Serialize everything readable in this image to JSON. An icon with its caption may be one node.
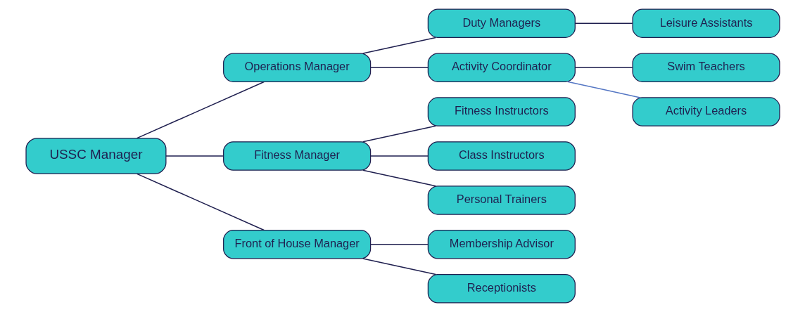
{
  "diagram": {
    "nodes": [
      {
        "text": [
          "USSC Manager"
        ]
      },
      {
        "text": [
          "Operations Manager"
        ]
      },
      {
        "text": [
          "Duty Managers"
        ]
      },
      {
        "text": [
          "Leisure Assistants"
        ]
      },
      {
        "text": [
          "Activity Coordinator"
        ]
      },
      {
        "text": [
          "Swim Teachers"
        ]
      },
      {
        "text": [
          "Activity Leaders"
        ]
      },
      {
        "text": [
          "Fitness Manager"
        ]
      },
      {
        "text": [
          "Fitness Instructors"
        ]
      },
      {
        "text": [
          "Class Instructors"
        ]
      },
      {
        "text": [
          "Personal Trainers"
        ]
      },
      {
        "text": [
          "Front of House Manager"
        ]
      },
      {
        "text": [
          "Membership Advisor"
        ]
      },
      {
        "text": [
          "Receptionists"
        ]
      }
    ],
    "edges": [
      {
        "from": 0,
        "to": 1,
        "arrow": "none"
      },
      {
        "from": 0,
        "to": 7,
        "arrow": "none"
      },
      {
        "from": 0,
        "to": 11,
        "arrow": "none"
      },
      {
        "from": 1,
        "to": 2,
        "arrow": "none"
      },
      {
        "from": 1,
        "to": 4,
        "arrow": "none"
      },
      {
        "from": 2,
        "to": 3,
        "arrow": "none"
      },
      {
        "from": 4,
        "to": 5,
        "arrow": "none"
      },
      {
        "from": 4,
        "to": 6,
        "arrow": "none",
        "color": "#5577c4"
      },
      {
        "from": 7,
        "to": 8,
        "arrow": "none"
      },
      {
        "from": 7,
        "to": 9,
        "arrow": "none"
      },
      {
        "from": 7,
        "to": 10,
        "arrow": "none"
      },
      {
        "from": 11,
        "to": 12,
        "arrow": "none"
      },
      {
        "from": 11,
        "to": 13,
        "arrow": "none"
      }
    ]
  }
}
